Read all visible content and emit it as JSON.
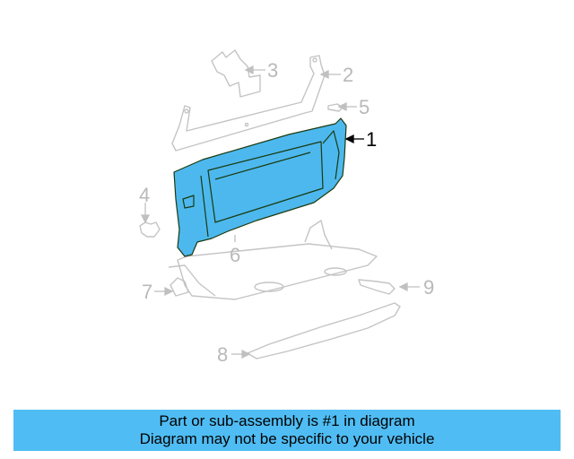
{
  "diagram": {
    "highlight_color": "#4db8ee",
    "ghost_color": "#c0c0c0",
    "callouts": [
      {
        "id": "1",
        "label": "1",
        "part": "glove-box",
        "highlighted": true
      },
      {
        "id": "2",
        "label": "2",
        "part": "bracket",
        "highlighted": false
      },
      {
        "id": "3",
        "label": "3",
        "part": "clip-plate",
        "highlighted": false
      },
      {
        "id": "4",
        "label": "4",
        "part": "bumper-stop",
        "highlighted": false
      },
      {
        "id": "5",
        "label": "5",
        "part": "clip",
        "highlighted": false
      },
      {
        "id": "6",
        "label": "6",
        "part": "glove-box-inner",
        "highlighted": false
      },
      {
        "id": "7",
        "label": "7",
        "part": "hinge",
        "highlighted": false
      },
      {
        "id": "8",
        "label": "8",
        "part": "reinforcement",
        "highlighted": false
      },
      {
        "id": "9",
        "label": "9",
        "part": "damper",
        "highlighted": false
      }
    ]
  },
  "banner": {
    "background": "#4fbdf4",
    "line1": "Part or sub-assembly is #1 in diagram",
    "line2": "Diagram may not be specific to your vehicle"
  }
}
